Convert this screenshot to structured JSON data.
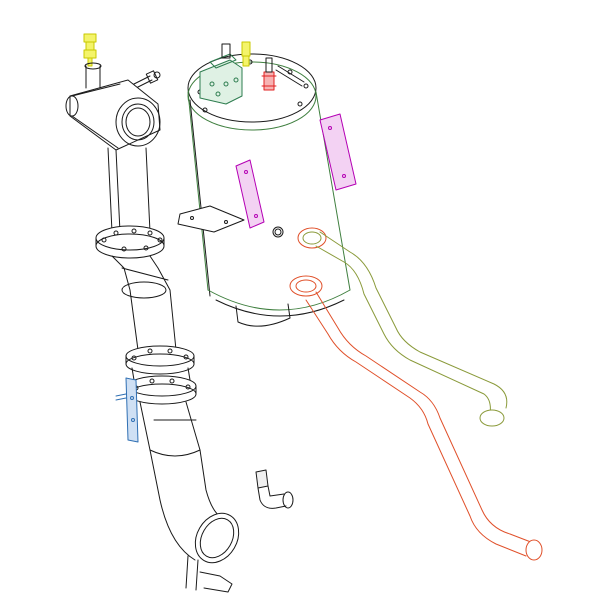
{
  "drawing": {
    "colors": {
      "line": "#1a1a1a",
      "tank": "#3f7f3f",
      "bracket": "#b400b4",
      "return_pipe": "#8a9a3a",
      "supply_pipe": "#e0502a",
      "fitting_yellow": "#e6e600",
      "fitting_red": "#e02020",
      "head_green": "#2e7d4f",
      "bracket_blue": "#2f6fb3"
    },
    "components": [
      {
        "name": "vertical-exhaust-assembly",
        "icon": "pipe-icon"
      },
      {
        "name": "storage-tank",
        "icon": "tank-icon"
      },
      {
        "name": "mounting-bracket",
        "icon": "bracket-icon"
      },
      {
        "name": "outlet-pipe",
        "icon": "pipe-icon"
      },
      {
        "name": "inlet-pipe",
        "icon": "pipe-icon"
      },
      {
        "name": "elbow-fitting",
        "icon": "fitting-icon"
      }
    ]
  }
}
